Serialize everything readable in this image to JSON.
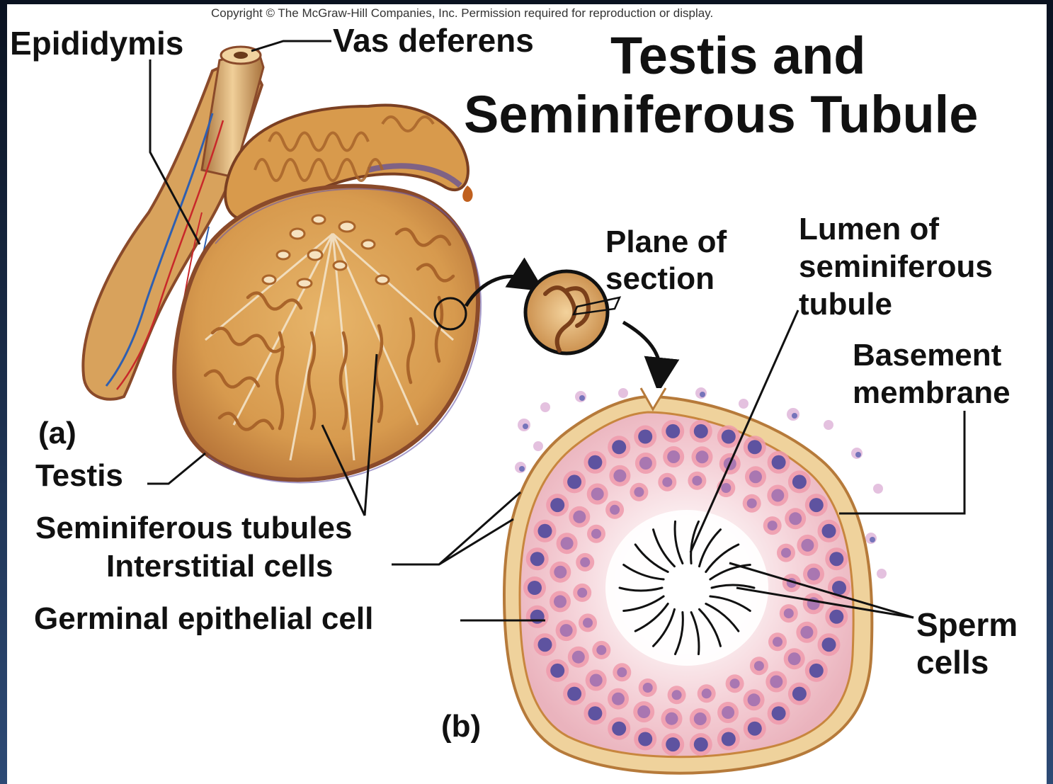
{
  "copyright": "Copyright © The McGraw-Hill Companies, Inc. Permission required for reproduction or display.",
  "title": {
    "line1": "Testis and",
    "line2": "Seminiferous Tubule"
  },
  "labels": {
    "epididymis": "Epididymis",
    "vas_deferens": "Vas deferens",
    "panel_a": "(a)",
    "testis": "Testis",
    "seminiferous_tubules": "Seminiferous tubules",
    "interstitial_cells": "Interstitial cells",
    "germinal_epithelial_cell": "Germinal epithelial cell",
    "plane_of_section": {
      "line1": "Plane of",
      "line2": "section"
    },
    "lumen": {
      "line1": "Lumen of",
      "line2": "seminiferous",
      "line3": "tubule"
    },
    "basement_membrane": {
      "line1": "Basement",
      "line2": "membrane"
    },
    "sperm_cells": {
      "line1": "Sperm",
      "line2": "cells"
    },
    "panel_b": "(b)"
  },
  "colors": {
    "testis_fill": "#d9a35a",
    "testis_outline": "#8a4a2a",
    "tubule_stroke": "#b0702e",
    "section_wall": "#e8c48a",
    "cytoplasm_pink": "#e88a9c",
    "nucleus_blue": "#5a4a9e",
    "leader_line": "#111111"
  }
}
